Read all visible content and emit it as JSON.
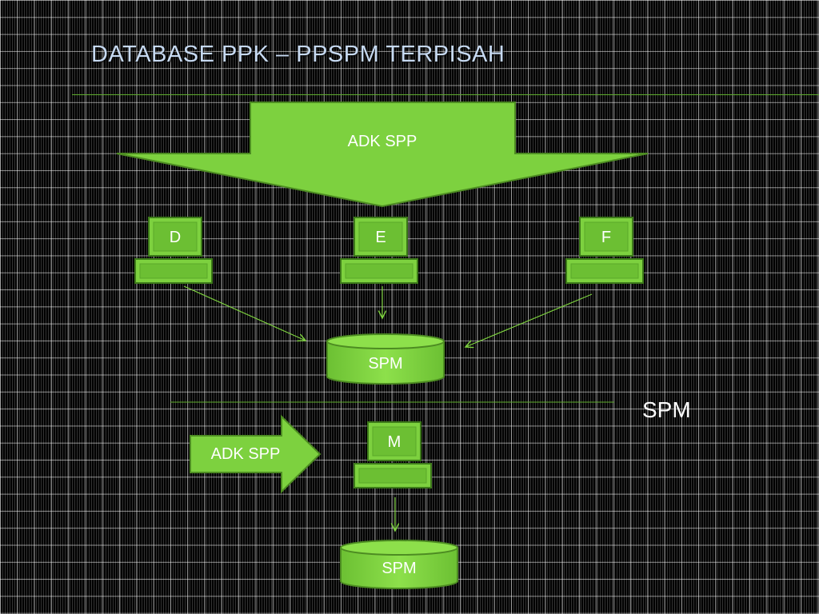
{
  "title": "DATABASE PPK – PPSPM TERPISAH",
  "top_arrow_label": "ADK SPP",
  "workstations": [
    {
      "label": "D"
    },
    {
      "label": "E"
    },
    {
      "label": "F"
    }
  ],
  "db_top_label": "SPM",
  "section_label": "SPM",
  "side_arrow_label": "ADK SPP",
  "workstation_m": {
    "label": "M"
  },
  "db_bottom_label": "SPM",
  "colors": {
    "shape_fill": "#7dd13f",
    "shape_stroke": "#4d8c22",
    "connector": "#7dd13f",
    "title": "#c6d9f1"
  }
}
